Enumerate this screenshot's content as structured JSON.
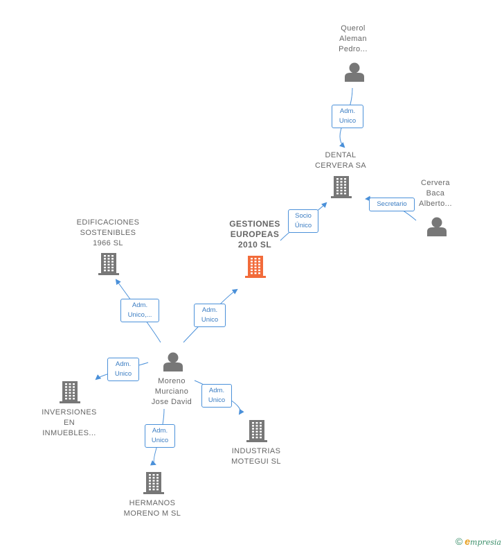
{
  "colors": {
    "company": "#777777",
    "focus_company": "#f26b3a",
    "person": "#777777",
    "edge": "#4a90d9"
  },
  "nodes": {
    "querol": {
      "type": "person",
      "lines": [
        "Querol",
        "Aleman",
        "Pedro..."
      ]
    },
    "dental": {
      "type": "company",
      "lines": [
        "DENTAL",
        "CERVERA SA"
      ]
    },
    "cervera": {
      "type": "person",
      "lines": [
        "Cervera",
        "Baca",
        "Alberto..."
      ]
    },
    "gestiones": {
      "type": "company",
      "focus": true,
      "lines": [
        "GESTIONES",
        "EUROPEAS",
        "2010  SL"
      ]
    },
    "edificaciones": {
      "type": "company",
      "lines": [
        "EDIFICACIONES",
        "SOSTENIBLES",
        "1966  SL"
      ]
    },
    "moreno": {
      "type": "person",
      "lines": [
        "Moreno",
        "Murciano",
        "Jose David"
      ]
    },
    "inversiones": {
      "type": "company",
      "lines": [
        "INVERSIONES",
        "EN",
        "INMUEBLES..."
      ]
    },
    "industrias": {
      "type": "company",
      "lines": [
        "INDUSTRIAS",
        "MOTEGUI  SL"
      ]
    },
    "hermanos": {
      "type": "company",
      "lines": [
        "HERMANOS",
        "MORENO M  SL"
      ]
    }
  },
  "edges": [
    {
      "from": "querol",
      "to": "dental",
      "label": [
        "Adm.",
        "Unico"
      ]
    },
    {
      "from": "cervera",
      "to": "dental",
      "label": [
        "Secretario"
      ]
    },
    {
      "from": "gestiones",
      "to": "dental",
      "label": [
        "Socio",
        "Único"
      ]
    },
    {
      "from": "moreno",
      "to": "gestiones",
      "label": [
        "Adm.",
        "Unico"
      ]
    },
    {
      "from": "moreno",
      "to": "edificaciones",
      "label": [
        "Adm.",
        "Unico,..."
      ]
    },
    {
      "from": "moreno",
      "to": "inversiones",
      "label": [
        "Adm.",
        "Unico"
      ]
    },
    {
      "from": "moreno",
      "to": "industrias",
      "label": [
        "Adm.",
        "Unico"
      ]
    },
    {
      "from": "moreno",
      "to": "hermanos",
      "label": [
        "Adm.",
        "Unico"
      ]
    }
  ],
  "footer": {
    "copyright": "©",
    "brand_initial": "e",
    "brand_rest": "mpresia"
  }
}
